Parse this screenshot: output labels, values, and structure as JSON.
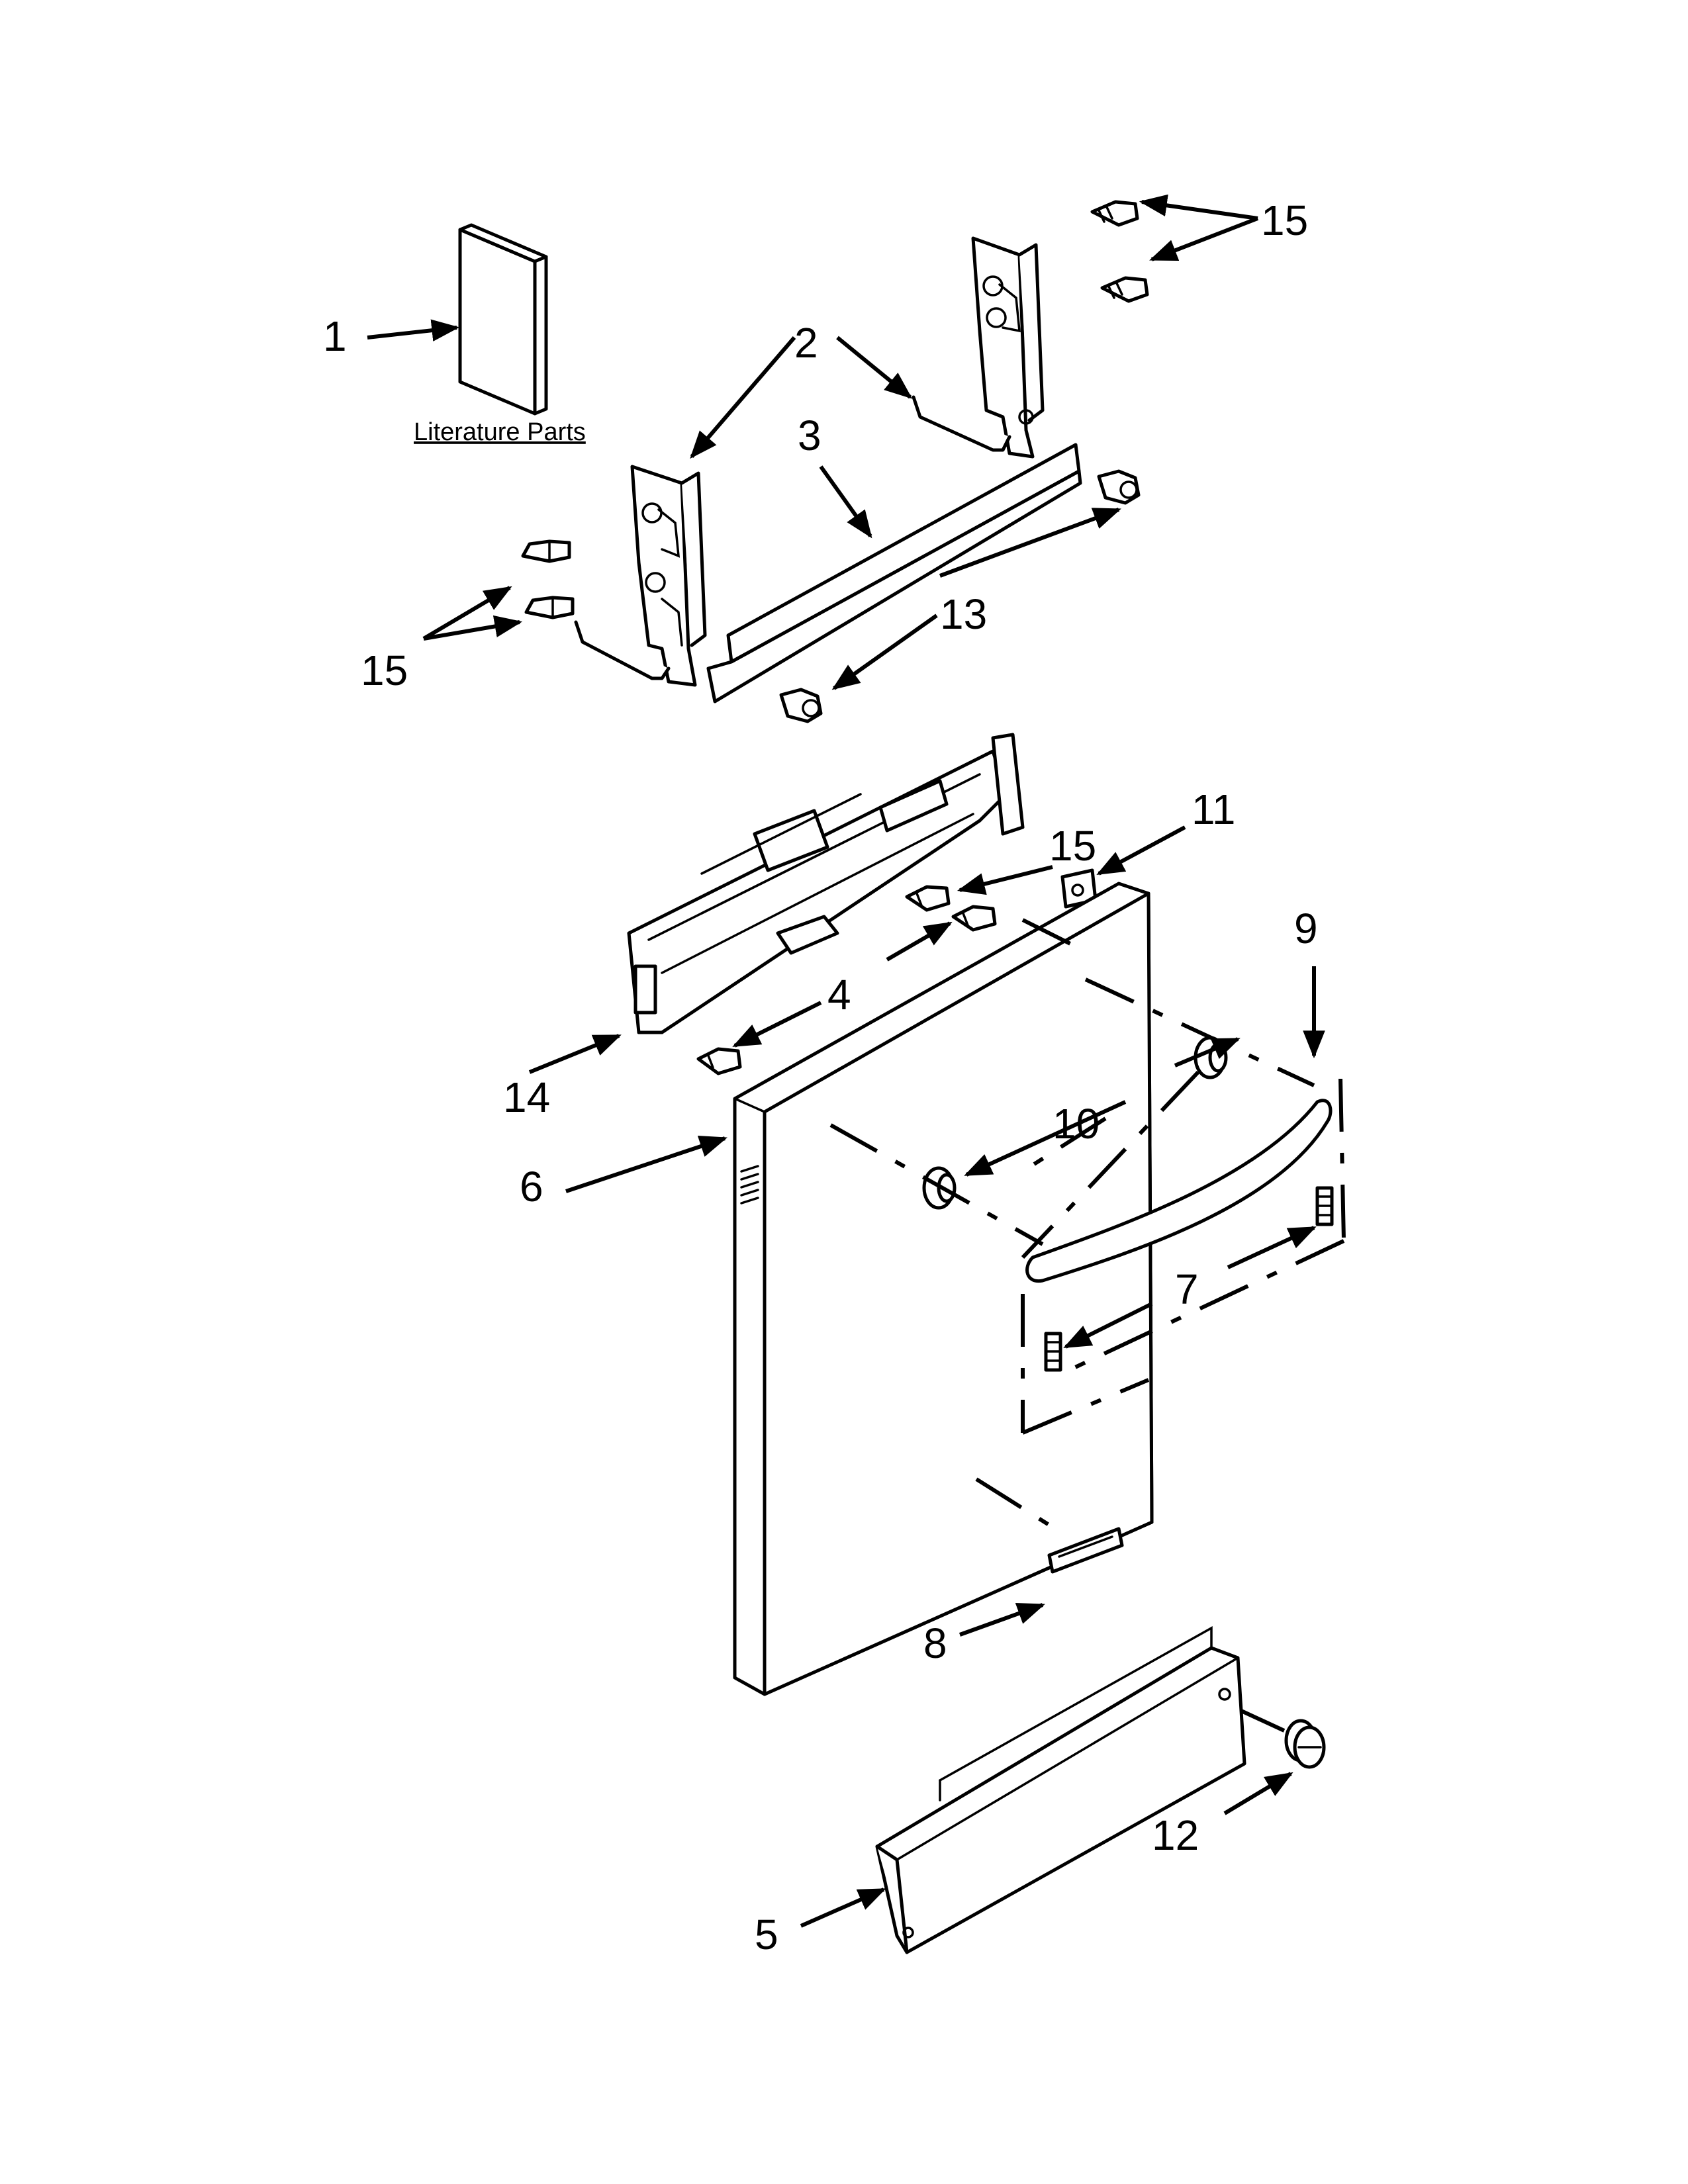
{
  "diagram": {
    "caption": "Literature Parts",
    "callouts": {
      "c1": "1",
      "c2": "2",
      "c3": "3",
      "c4": "4",
      "c5": "5",
      "c6": "6",
      "c7": "7",
      "c8": "8",
      "c9": "9",
      "c10": "10",
      "c11": "11",
      "c12": "12",
      "c13": "13",
      "c14": "14",
      "c15a": "15",
      "c15b": "15",
      "c15c": "15"
    }
  }
}
